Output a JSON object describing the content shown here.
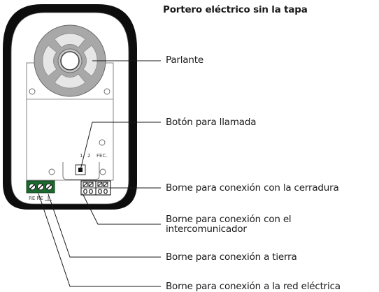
{
  "title": "Portero eléctrico sin la tapa",
  "labels": {
    "speaker": "Parlante",
    "call_button": "Botón para llamada",
    "lock_terminal": "Borne para conexión con la cerradura",
    "intercom_terminal_line1": "Borne para conexión con el",
    "intercom_terminal_line2": "intercomunicador",
    "ground_terminal": "Borne para conexión a tierra",
    "mains_terminal": "Borne para conexión a la red eléctrica"
  },
  "board_markings": {
    "jumper_1": "1",
    "jumper_2": "2",
    "jumper_fec": "FEC.",
    "terminal_marks": "RE  RE"
  },
  "colors": {
    "housing": "#0d0d0d",
    "panel": "#ffffff",
    "speaker_grille": "#a8a8a8",
    "lines": "#1a1a1a",
    "terminal_green": "#1c6b2e"
  }
}
